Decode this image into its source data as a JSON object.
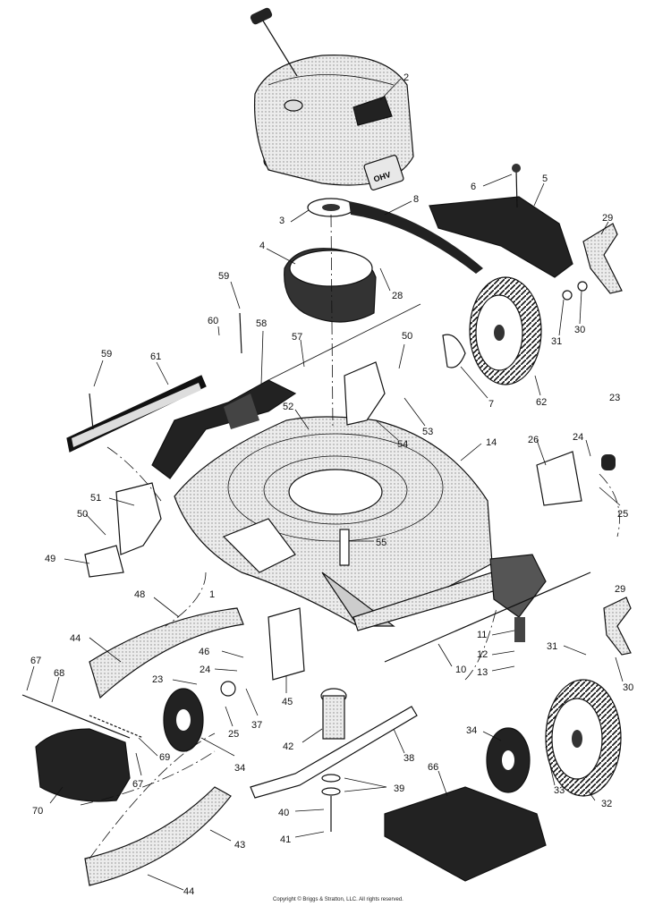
{
  "copyright": "Copyright © Briggs & Stratton, LLC. All rights reserved.",
  "engine_badge": "OHV",
  "colors": {
    "ink": "#111111",
    "shade": "#bdbdbd",
    "dark": "#333333",
    "light": "#e8e8e8"
  },
  "callouts": [
    "1",
    "2",
    "3",
    "4",
    "5",
    "6",
    "7",
    "8",
    "10",
    "11",
    "12",
    "13",
    "14",
    "23",
    "23",
    "24",
    "24",
    "25",
    "25",
    "26",
    "28",
    "29",
    "29",
    "30",
    "30",
    "31",
    "31",
    "32",
    "33",
    "34",
    "34",
    "37",
    "38",
    "39",
    "40",
    "41",
    "42",
    "43",
    "44",
    "44",
    "45",
    "46",
    "48",
    "49",
    "50",
    "50",
    "51",
    "52",
    "53",
    "54",
    "55",
    "57",
    "58",
    "59",
    "59",
    "60",
    "61",
    "62",
    "66",
    "67",
    "67",
    "68",
    "69",
    "70"
  ]
}
